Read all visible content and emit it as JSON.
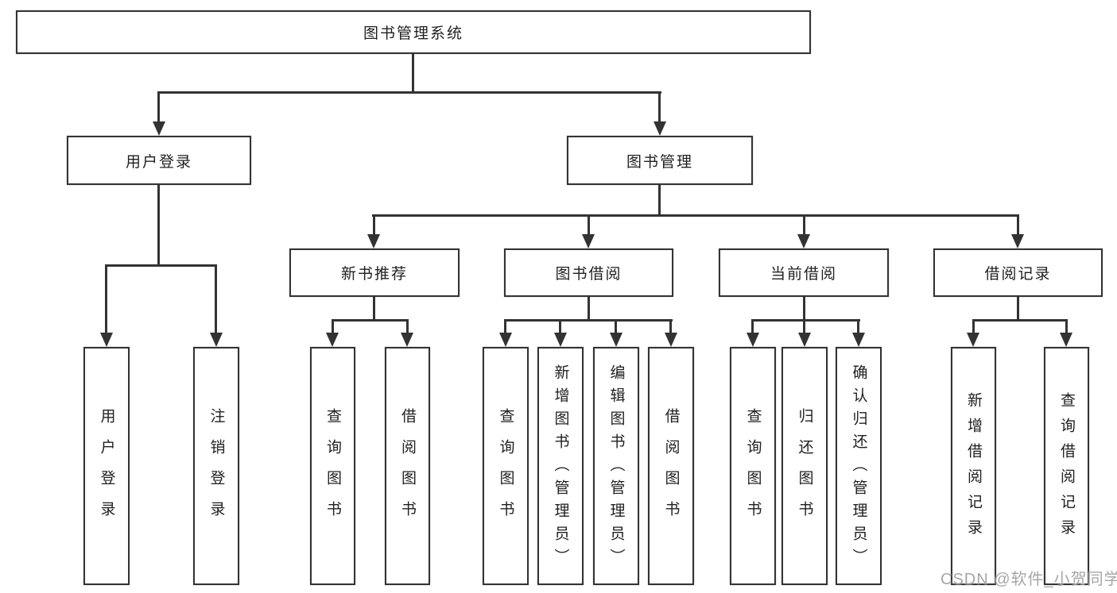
{
  "diagram": {
    "type": "hierarchy-tree",
    "title": "图书管理系统",
    "nodes": {
      "root": {
        "label": "图书管理系统"
      },
      "user_login": {
        "label": "用户登录"
      },
      "book_mgmt": {
        "label": "图书管理"
      },
      "new_book_rec": {
        "label": "新书推荐"
      },
      "book_borrow": {
        "label": "图书借阅"
      },
      "current_borrow": {
        "label": "当前借阅"
      },
      "borrow_records": {
        "label": "借阅记录"
      },
      "leaf_user_login": {
        "label": "用户登录"
      },
      "leaf_logout": {
        "label": "注销登录"
      },
      "leaf_nbr_query": {
        "label": "查询图书"
      },
      "leaf_nbr_borrow": {
        "label": "借阅图书"
      },
      "leaf_bb_query": {
        "label": "查询图书"
      },
      "leaf_bb_add": {
        "label": "新增图书（管理员）"
      },
      "leaf_bb_edit": {
        "label": "编辑图书（管理员）"
      },
      "leaf_bb_borrow": {
        "label": "借阅图书"
      },
      "leaf_cb_query": {
        "label": "查询图书"
      },
      "leaf_cb_return": {
        "label": "归还图书"
      },
      "leaf_cb_confirm": {
        "label": "确认归还（管理员）"
      },
      "leaf_br_add": {
        "label": "新增借阅记录"
      },
      "leaf_br_query": {
        "label": "查询借阅记录"
      }
    },
    "edges": [
      {
        "from": "图书管理系统",
        "to": "用户登录"
      },
      {
        "from": "图书管理系统",
        "to": "图书管理"
      },
      {
        "from": "用户登录",
        "to": "用户登录"
      },
      {
        "from": "用户登录",
        "to": "注销登录"
      },
      {
        "from": "图书管理",
        "to": "新书推荐"
      },
      {
        "from": "图书管理",
        "to": "图书借阅"
      },
      {
        "from": "图书管理",
        "to": "当前借阅"
      },
      {
        "from": "图书管理",
        "to": "借阅记录"
      },
      {
        "from": "新书推荐",
        "to": "查询图书"
      },
      {
        "from": "新书推荐",
        "to": "借阅图书"
      },
      {
        "from": "图书借阅",
        "to": "查询图书"
      },
      {
        "from": "图书借阅",
        "to": "新增图书（管理员）"
      },
      {
        "from": "图书借阅",
        "to": "编辑图书（管理员）"
      },
      {
        "from": "图书借阅",
        "to": "借阅图书"
      },
      {
        "from": "当前借阅",
        "to": "查询图书"
      },
      {
        "from": "当前借阅",
        "to": "归还图书"
      },
      {
        "from": "当前借阅",
        "to": "确认归还（管理员）"
      },
      {
        "from": "借阅记录",
        "to": "新增借阅记录"
      },
      {
        "from": "借阅记录",
        "to": "查询借阅记录"
      }
    ],
    "colors": {
      "line": "#333333",
      "text": "#1f1f1f",
      "background": "#ffffff"
    }
  },
  "watermark": {
    "text": "CSDN @软件_小贺同学"
  }
}
